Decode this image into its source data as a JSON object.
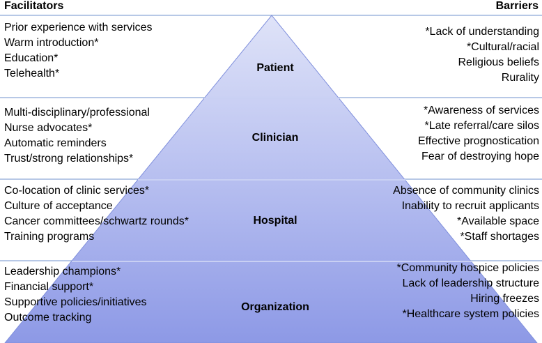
{
  "headers": {
    "facilitators": "Facilitators",
    "barriers": "Barriers"
  },
  "tiers": [
    {
      "label": "Patient",
      "facilitators": [
        "Prior experience with services",
        "Warm introduction*",
        "Education*",
        "Telehealth*"
      ],
      "barriers": [
        "*Lack of understanding",
        "*Cultural/racial",
        "Religious beliefs",
        "Rurality"
      ]
    },
    {
      "label": "Clinician",
      "facilitators": [
        "Multi-disciplinary/professional",
        "Nurse advocates*",
        "Automatic reminders",
        "Trust/strong relationships*"
      ],
      "barriers": [
        "*Awareness of services",
        "*Late referral/care silos",
        "Effective prognostication",
        "Fear of destroying hope"
      ]
    },
    {
      "label": "Hospital",
      "facilitators": [
        "Co-location of clinic services*",
        "Culture of acceptance",
        "Cancer committees/schwartz rounds*",
        "Training programs"
      ],
      "barriers": [
        "Absence of community clinics",
        "Inability to recruit applicants",
        "*Available space",
        "*Staff shortages"
      ]
    },
    {
      "label": "Organization",
      "facilitators": [
        "Leadership champions*",
        "Financial support*",
        "Supportive policies/initiatives",
        "Outcome tracking"
      ],
      "barriers": [
        "*Community hospice policies",
        "Lack of leadership structure",
        "Hiring freezes",
        "*Healthcare system policies"
      ]
    }
  ],
  "colors": {
    "divider": "#9fb6de",
    "pyramid_top": "#dfe3f8",
    "pyramid_bottom": "#8d99e6",
    "pyramid_edge": "#6f7fd6"
  }
}
